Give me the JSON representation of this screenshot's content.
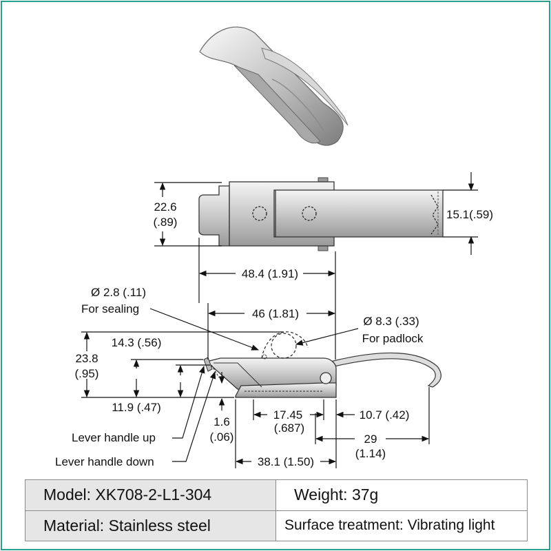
{
  "labels": {
    "height_total": "22.6",
    "height_total_in": "(.89)",
    "width_strip": "15.1(.59)",
    "length_48": "48.4 (1.91)",
    "seal_hole": "Ø 2.8 (.11)",
    "seal_text": "For sealing",
    "length_46": "46 (1.81)",
    "padlock_hole": "Ø 8.3 (.33)",
    "padlock_text": "For padlock",
    "height_14": "14.3 (.56)",
    "height_23": "23.8",
    "height_23_in": "(.95)",
    "height_11": "11.9 (.47)",
    "thick": "1.6",
    "thick_in": "(.06)",
    "hole_17": "17.45",
    "hole_17_in": "(.687)",
    "offset_10": "10.7 (.42)",
    "reach_29": "29",
    "reach_29_in": "(1.14)",
    "lever_up": "Lever handle up",
    "lever_down": "Lever handle down",
    "base_38": "38.1 (1.50)"
  },
  "specs": {
    "model": "Model: XK708-2-L1-304",
    "weight": "Weight: 37g",
    "material": "Material: Stainless steel",
    "surface": "Surface treatment: Vibrating light"
  }
}
